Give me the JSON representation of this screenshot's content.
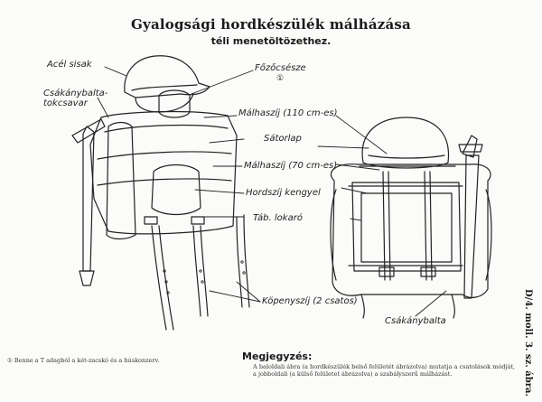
{
  "header": {
    "title": "Gyalogsági hordkészülék málházása",
    "subtitle": "téli menetöltözethez."
  },
  "labels": {
    "acel_sisak": "Acél sisak",
    "csakanybalta_tokcsaval": "Csákánybalta- tokcsavar",
    "fozocsesze": "Főzőcsésze",
    "fozocsesze_ref": "①",
    "malhaszij_110": "Málhaszíj (110 cm-es)",
    "satorlap": "Sátorlap",
    "malhaszij_70": "Málhaszíj (70 cm-es)",
    "hordszij_kengyel": "Hordszíj kengyel",
    "tab_lokaro": "Táb. lokaró",
    "kopenyszij": "Köpenyszíj (2 csatos)",
    "csakanybalta": "Csákánybalta"
  },
  "footnote": "① Benne a T adagból a két-zacskó és a húskonzerv.",
  "note": {
    "title": "Megjegyzés:",
    "text": "A baloldali ábra (a hordkészülék belső felületét ábrázolva) mutatja a csatolások módját, a jobboldali (a külső felületet ábrázolva) a szabályszerű málházást."
  },
  "side_id": "D/4. moll. 3. sz. ábra."
}
